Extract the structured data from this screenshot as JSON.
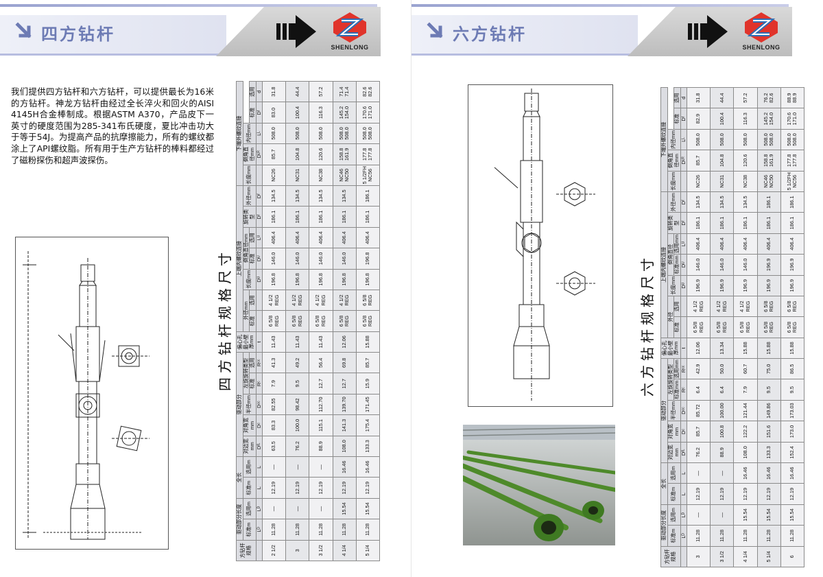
{
  "brand": "SHENLONG",
  "colors": {
    "accent": "#6d7bb4",
    "logo_red": "#e0342b",
    "logo_blue": "#2f6fb5",
    "pipe_green": "#4e8a2a"
  },
  "left": {
    "title": "四方钻杆",
    "intro": "我们提供四方钻杆和六方钻杆，可以提供最长为16米的方钻杆。神龙方钻杆由经过全长淬火和回火的AISI 4145H合金棒制成。根据ASTM A370，产品皮下一英寸的硬度范围为285-341布氏硬度，夏比冲击功大于等于54J。为提高产品的抗摩擦能力，所有的螺纹都涂上了API螺纹脂。所有用于生产方钻杆的棒料都经过了磁粉探伤和超声波探伤。",
    "table_title": "四方钻杆规格尺寸",
    "table": {
      "head1": [
        "方钻杆规格",
        "驱动部分长度",
        "全长",
        "驱动部分",
        "偏心孔最小壁厚mm",
        "上端内螺纹连接",
        "下端外螺纹连接"
      ],
      "head2": [
        "标准m",
        "选用m",
        "标准m",
        "选用m",
        "对边宽mm",
        "对角宽mm",
        "半径mm",
        "左旋旋转类型",
        "外径mm",
        "长度mm",
        "倒角直径mm",
        "旋转类型",
        "外径mm",
        "长度mm",
        "倒角直径mm",
        "内径mm"
      ],
      "head3": [
        "标准",
        "选用",
        "标准",
        "选用",
        "标准",
        "选用",
        "标准",
        "选用"
      ],
      "symbols": [
        "",
        "Lᴰ",
        "Lᴰ",
        "L",
        "L",
        "Dᶠᴸ",
        "Dᶜ",
        "Dᶜᶜ",
        "Rᶜ",
        "Rᶜᶜ",
        "t",
        "",
        "",
        "Dᵁ",
        "Dᵁ",
        "Lᵁ",
        "Dᶠ",
        "Dᶠ",
        "",
        "Dᴸᴿ",
        "Lᴸ",
        "Dᶠ",
        "d"
      ],
      "rows": [
        [
          "2 1/2",
          "11.28",
          "—",
          "12.19",
          "—",
          "63.5",
          "83.3",
          "82.55",
          "7.9",
          "41.3",
          "11.43",
          "6 5/8 REG",
          "4 1/2 REG",
          "196.8",
          "146.0",
          "406.4",
          "186.1",
          "134.5",
          "NC26",
          "85.7",
          "508.0",
          "83.0",
          "31.8"
        ],
        [
          "3",
          "11.28",
          "—",
          "12.19",
          "—",
          "76.2",
          "100.0",
          "98.42",
          "9.5",
          "49.2",
          "11.43",
          "6 5/8 REG",
          "4 1/2 REG",
          "196.8",
          "146.0",
          "406.4",
          "186.1",
          "134.5",
          "NC31",
          "104.8",
          "508.0",
          "100.4",
          "44.4"
        ],
        [
          "3 1/2",
          "11.28",
          "—",
          "12.19",
          "—",
          "88.9",
          "115.1",
          "112.70",
          "12.7",
          "56.4",
          "11.43",
          "6 5/8 REG",
          "4 1/2 REG",
          "196.8",
          "146.0",
          "406.4",
          "186.1",
          "134.5",
          "NC38",
          "120.6",
          "508.0",
          "116.3",
          "57.2"
        ],
        [
          "4 1/4",
          "11.28",
          "15.54",
          "12.19",
          "16.46",
          "108.0",
          "141.3",
          "139.70",
          "12.7",
          "69.8",
          "12.06",
          "6 5/8 REG",
          "4 1/2 REG",
          "196.8",
          "146.0",
          "406.4",
          "186.1",
          "134.5",
          "NC46 NC50",
          "158.8 161.9",
          "508.0 508.0",
          "145.2 154.0",
          "71.4 71.4"
        ],
        [
          "5 1/4",
          "11.28",
          "15.54",
          "12.19",
          "16.46",
          "133.3",
          "175.4",
          "171.45",
          "15.9",
          "85.7",
          "15.88",
          "6 5/8 REG",
          "6 5/8 REG",
          "196.8",
          "196.8",
          "406.4",
          "186.1",
          "186.1",
          "5 1/2FH NC56",
          "177.8 177.8",
          "508.0 508.0",
          "170.6 171.0",
          "82.6 82.6"
        ]
      ]
    }
  },
  "right": {
    "title": "六方钻杆",
    "table_title": "六方钻杆规格尺寸",
    "table": {
      "head1": [
        "方钻杆规格",
        "驱动部分长度",
        "全长",
        "驱动部分",
        "偏心孔最小壁厚mm",
        "上端内螺纹连接",
        "下端外螺纹连接"
      ],
      "head2": [
        "标准m",
        "选用m",
        "标准m",
        "选用m",
        "对边宽mm",
        "对角宽mm",
        "半径mm",
        "左旋旋转类型",
        "外径",
        "长度mm",
        "倒角直径",
        "旋转类型",
        "外径mm",
        "长度mm",
        "倒角直径mm",
        "内径mm"
      ],
      "head3": [
        "标准mm",
        "选用mm",
        "标准",
        "选用",
        "标准mm",
        "选用mm",
        "标准",
        "选用"
      ],
      "symbols": [
        "",
        "Lᴰ",
        "Lᴰ",
        "L",
        "L",
        "Dᶠᴸ",
        "Dᶜ",
        "Dᶜᶜ",
        "Rᶜ",
        "Rᶜᶜ",
        "t",
        "",
        "",
        "Dᵁ",
        "Dᵁ",
        "Lᵁ",
        "Dᶠ",
        "Dᶠ",
        "",
        "Dᴸᴿ",
        "Lᴸ",
        "Dᶠ",
        "d"
      ],
      "rows": [
        [
          "3",
          "11.28",
          "—",
          "12.19",
          "—",
          "76.2",
          "85.7",
          "85.72",
          "6.4",
          "42.9",
          "12.06",
          "6 5/8 REG",
          "4 1/2 REG",
          "196.9",
          "146.0",
          "406.4",
          "186.1",
          "134.5",
          "NC26",
          "85.7",
          "508.0",
          "82.9",
          "31.8"
        ],
        [
          "3 1/2",
          "11.28",
          "—",
          "12.19",
          "—",
          "88.9",
          "100.8",
          "100.00",
          "6.4",
          "50.0",
          "13.34",
          "6 5/8 REG",
          "4 1/2 REG",
          "196.9",
          "146.0",
          "406.4",
          "186.1",
          "134.5",
          "NC31",
          "104.8",
          "508.0",
          "100.4",
          "44.4"
        ],
        [
          "4 1/4",
          "11.28",
          "15.54",
          "12.19",
          "16.46",
          "108.0",
          "122.2",
          "121.44",
          "7.9",
          "60.7",
          "15.88",
          "6 5/8 REG",
          "4 1/2 REG",
          "196.9",
          "146.0",
          "406.4",
          "186.1",
          "134.5",
          "NC38",
          "120.6",
          "508.0",
          "116.3",
          "57.2"
        ],
        [
          "5 1/4",
          "11.28",
          "15.54",
          "12.19",
          "16.46",
          "133.3",
          "151.6",
          "149.86",
          "9.5",
          "75.0",
          "15.88",
          "6 5/8 REG",
          "6 5/8 REG",
          "196.9",
          "196.9",
          "406.4",
          "186.1",
          "186.1",
          "NC46 NC50",
          "158.8 161.9",
          "508.0 508.0",
          "145.2 154.0",
          "76.2 82.6"
        ],
        [
          "6",
          "11.28",
          "15.54",
          "12.19",
          "16.46",
          "152.4",
          "173.0",
          "173.03",
          "9.5",
          "86.5",
          "15.88",
          "6 5/8 REG",
          "6 5/8 REG",
          "196.9",
          "196.9",
          "406.4",
          "186.1",
          "186.1",
          "5 1/2FH NC56",
          "177.8 177.8",
          "508.0 508.0",
          "170.6 171.0",
          "88.9 88.9"
        ]
      ]
    }
  }
}
